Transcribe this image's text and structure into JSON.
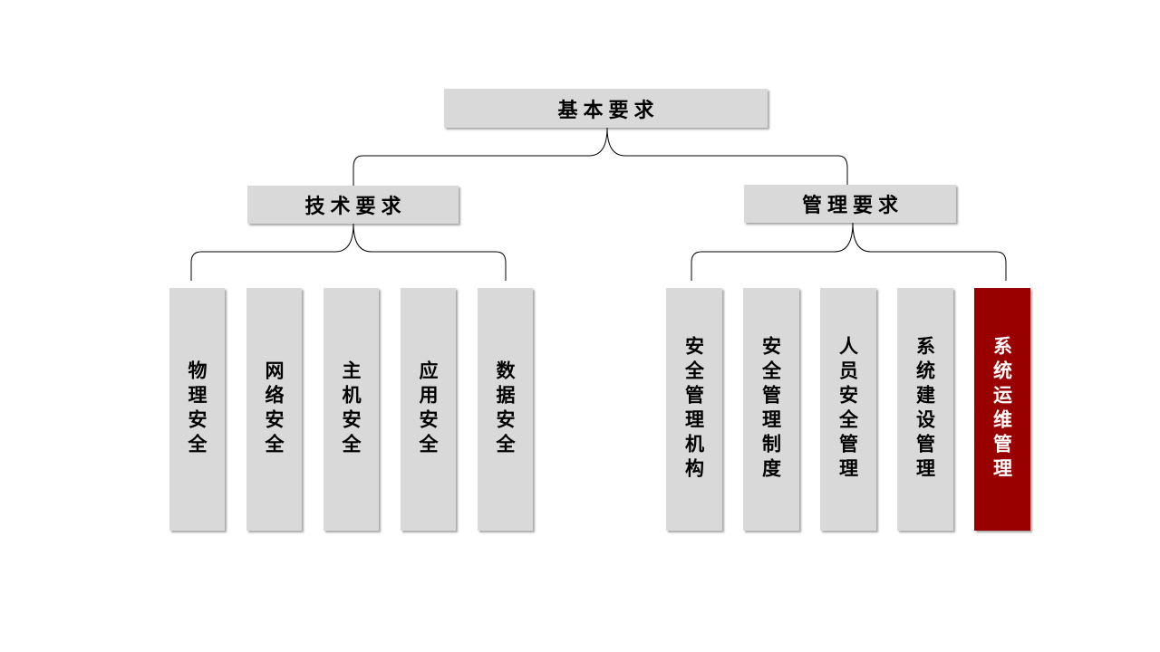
{
  "root": {
    "label": "基本要求"
  },
  "branches": {
    "technical": {
      "label": "技术要求",
      "items": [
        {
          "label": "物理安全"
        },
        {
          "label": "网络安全"
        },
        {
          "label": "主机安全"
        },
        {
          "label": "应用安全"
        },
        {
          "label": "数据安全"
        }
      ]
    },
    "management": {
      "label": "管理要求",
      "items": [
        {
          "label": "安全管理机构"
        },
        {
          "label": "安全管理制度"
        },
        {
          "label": "人员安全管理"
        },
        {
          "label": "系统建设管理"
        },
        {
          "label": "系统运维管理",
          "highlighted": true
        }
      ]
    }
  },
  "colors": {
    "box_fill": "#d9d9d9",
    "highlight_fill": "#990000",
    "highlight_text": "#ffffff",
    "connector": "#000000"
  }
}
